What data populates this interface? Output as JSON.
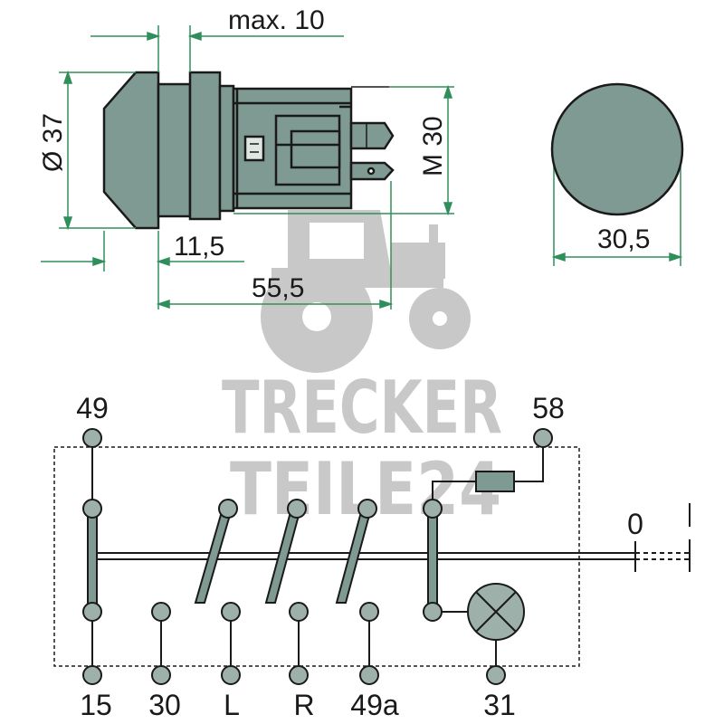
{
  "colors": {
    "body": "#7f9a92",
    "body_dark": "#5e7a72",
    "outline": "#1a1a1a",
    "dim_line": "#2f8f5a",
    "pin": "#9db1aa",
    "watermark": "#c8c8c8",
    "background": "#ffffff"
  },
  "watermark": {
    "logo": "tractor-logo",
    "line1": "TRECKER",
    "line2": "TEILE24"
  },
  "dimensions": {
    "max_label": "max. 10",
    "diameter_label": "Ø 37",
    "thread_label": "M 30",
    "depth_label": "11,5",
    "length_label": "55,5",
    "hole_label": "30,5"
  },
  "circuit": {
    "top_left_terminal": "49",
    "top_right_terminal": "58",
    "off_position": "0",
    "bottom_terminals": [
      "15",
      "30",
      "L",
      "R",
      "49a",
      "31"
    ]
  }
}
